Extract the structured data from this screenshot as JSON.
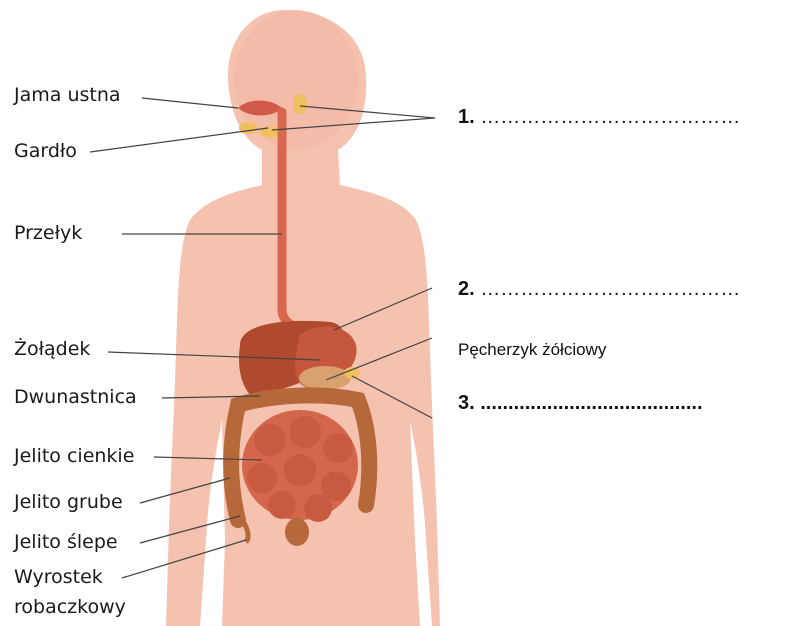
{
  "left_labels": [
    "Jama ustna",
    "Gardło",
    "Przełyk",
    "Żołądek",
    "Dwunastnica",
    "Jelito cienkie",
    "Jelito grube",
    "Jelito ślepe",
    "Wyrostek",
    "robaczkowy"
  ],
  "right_labels": {
    "blank1_number": "1.",
    "blank1_dots": "…………………………………",
    "blank2_number": "2.",
    "blank2_dots": "…………………………………",
    "gallbladder": "Pęcherzyk żółciowy",
    "blank3_number": "3.",
    "blank3_dots": "........................................"
  },
  "colors": {
    "skin": "#f6c2b0",
    "skin_shade": "#eaa996",
    "esophagus": "#d8674f",
    "stomach": "#c4573c",
    "liver": "#b04a2e",
    "intestine": "#d4664b",
    "colon": "#b5683a",
    "gland": "#f0c060",
    "line": "#444444"
  }
}
